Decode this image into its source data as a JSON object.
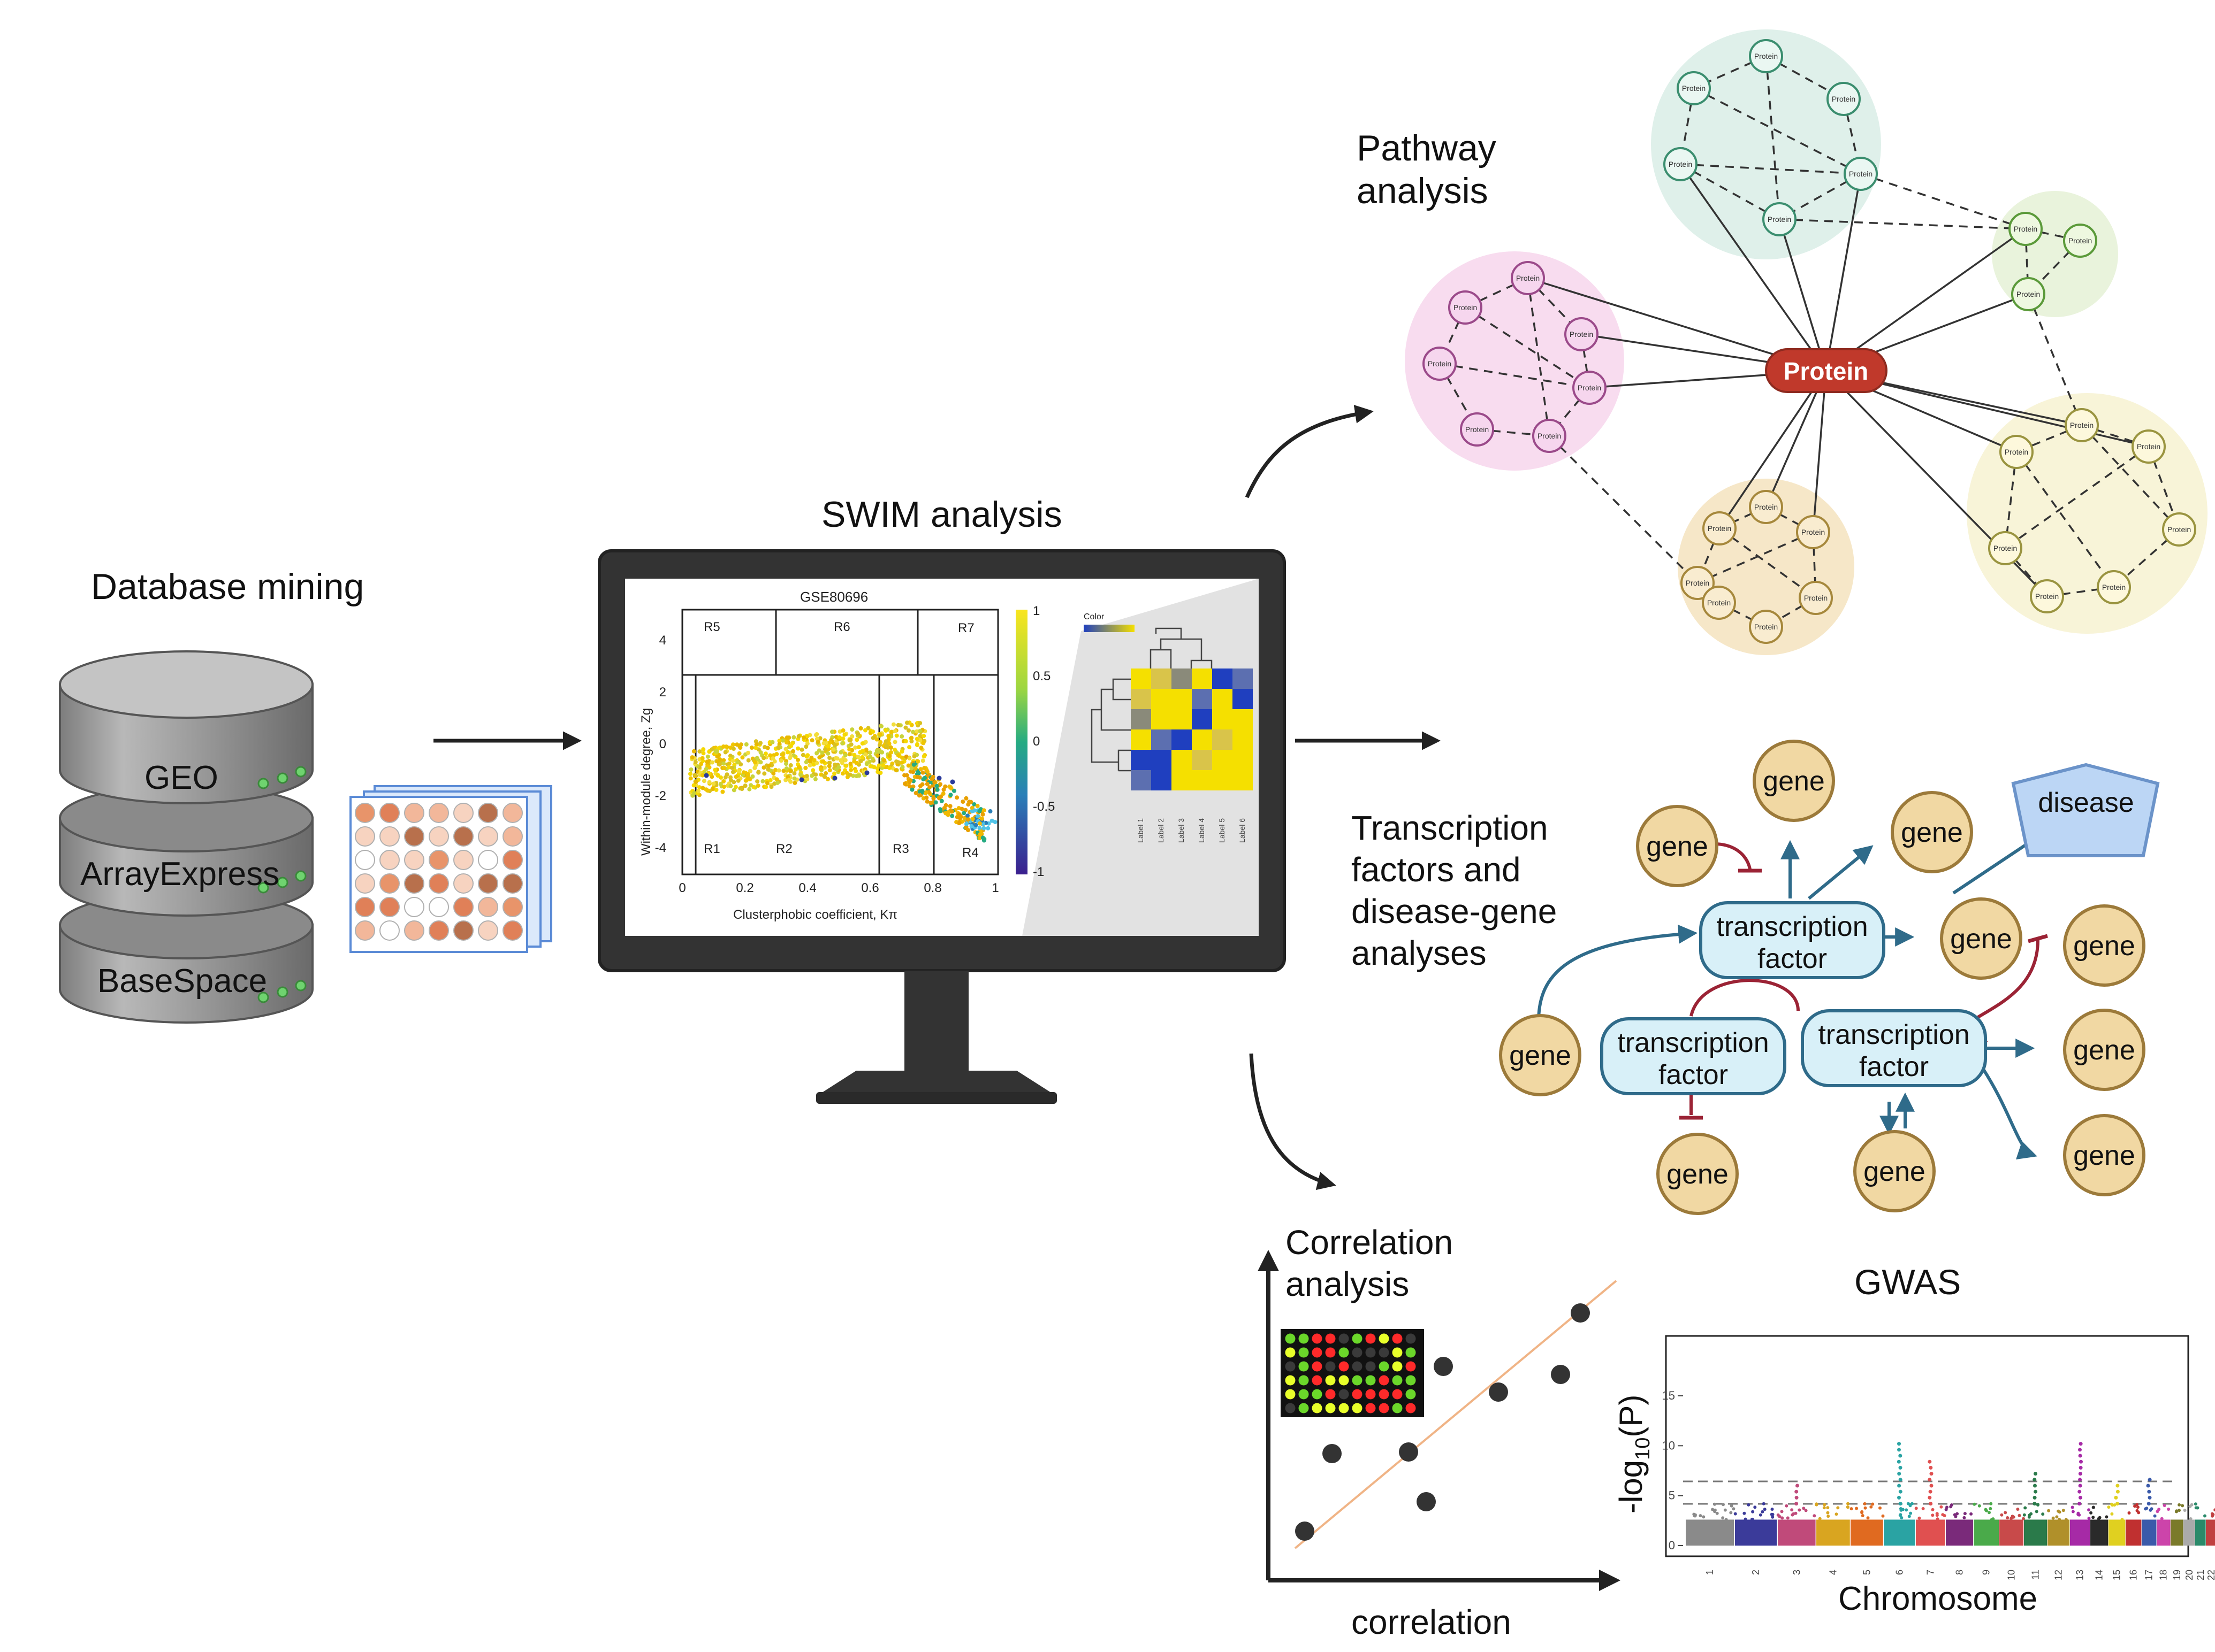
{
  "sections": {
    "database_mining": "Database mining",
    "swim_analysis": "SWIM analysis",
    "pathway_analysis": [
      "Pathway",
      "analysis"
    ],
    "tf_analysis": [
      "Transcription",
      "factors and",
      "disease-gene",
      "analyses"
    ],
    "correlation_analysis": [
      "Correlation",
      "analysis"
    ],
    "gwas": "GWAS"
  },
  "databases": [
    "GEO",
    "ArrayExpress",
    "BaseSpace"
  ],
  "swim_plot": {
    "title": "GSE80696",
    "xlabel": "Clusterphobic coefficient, Kπ",
    "ylabel": "Within-module degree, Zg",
    "xticks": [
      "0",
      "0.2",
      "0.4",
      "0.6",
      "0.8",
      "1"
    ],
    "yticks": [
      "4",
      "2",
      "0",
      "-2",
      "-4"
    ],
    "regions": [
      "R5",
      "R6",
      "R7",
      "R1",
      "R2",
      "R3",
      "R4"
    ],
    "colorbar_ticks": [
      "1",
      "0.5",
      "0",
      "-0.5",
      "-1"
    ],
    "heatmap_legend": "Color",
    "heatmap_labels": [
      "Label 1",
      "Label 2",
      "Label 3",
      "Label 4",
      "Label 5",
      "Label 6"
    ]
  },
  "network": {
    "hub": "Protein",
    "node": "Protein"
  },
  "tf_network": {
    "gene": "gene",
    "disease": "disease",
    "tf_line1": "transcription",
    "tf_line2": "factor"
  },
  "correlation": {
    "xlabel": "correlation"
  },
  "gwas_plot": {
    "ylabel_main": "-log",
    "ylabel_sub": "10",
    "ylabel_tail": "(P)",
    "xlabel": "Chromosome",
    "yticks": [
      "15",
      "10",
      "5",
      "0"
    ],
    "chromosomes": [
      "1",
      "2",
      "3",
      "4",
      "5",
      "6",
      "7",
      "8",
      "9",
      "10",
      "11",
      "12",
      "13",
      "14",
      "15",
      "16",
      "17",
      "18",
      "19",
      "20",
      "21",
      "22"
    ]
  },
  "colors": {
    "arrow": "#222222",
    "tf_fill": "#d8f0f8",
    "tf_stroke": "#2f6b8a",
    "gene_fill": "#f1d8a3",
    "gene_stroke": "#9c7a3a",
    "disease_fill": "#bcd6f5",
    "hub": "#c0392b",
    "activate": "#2f6b8a",
    "inhibit": "#9b2335"
  }
}
